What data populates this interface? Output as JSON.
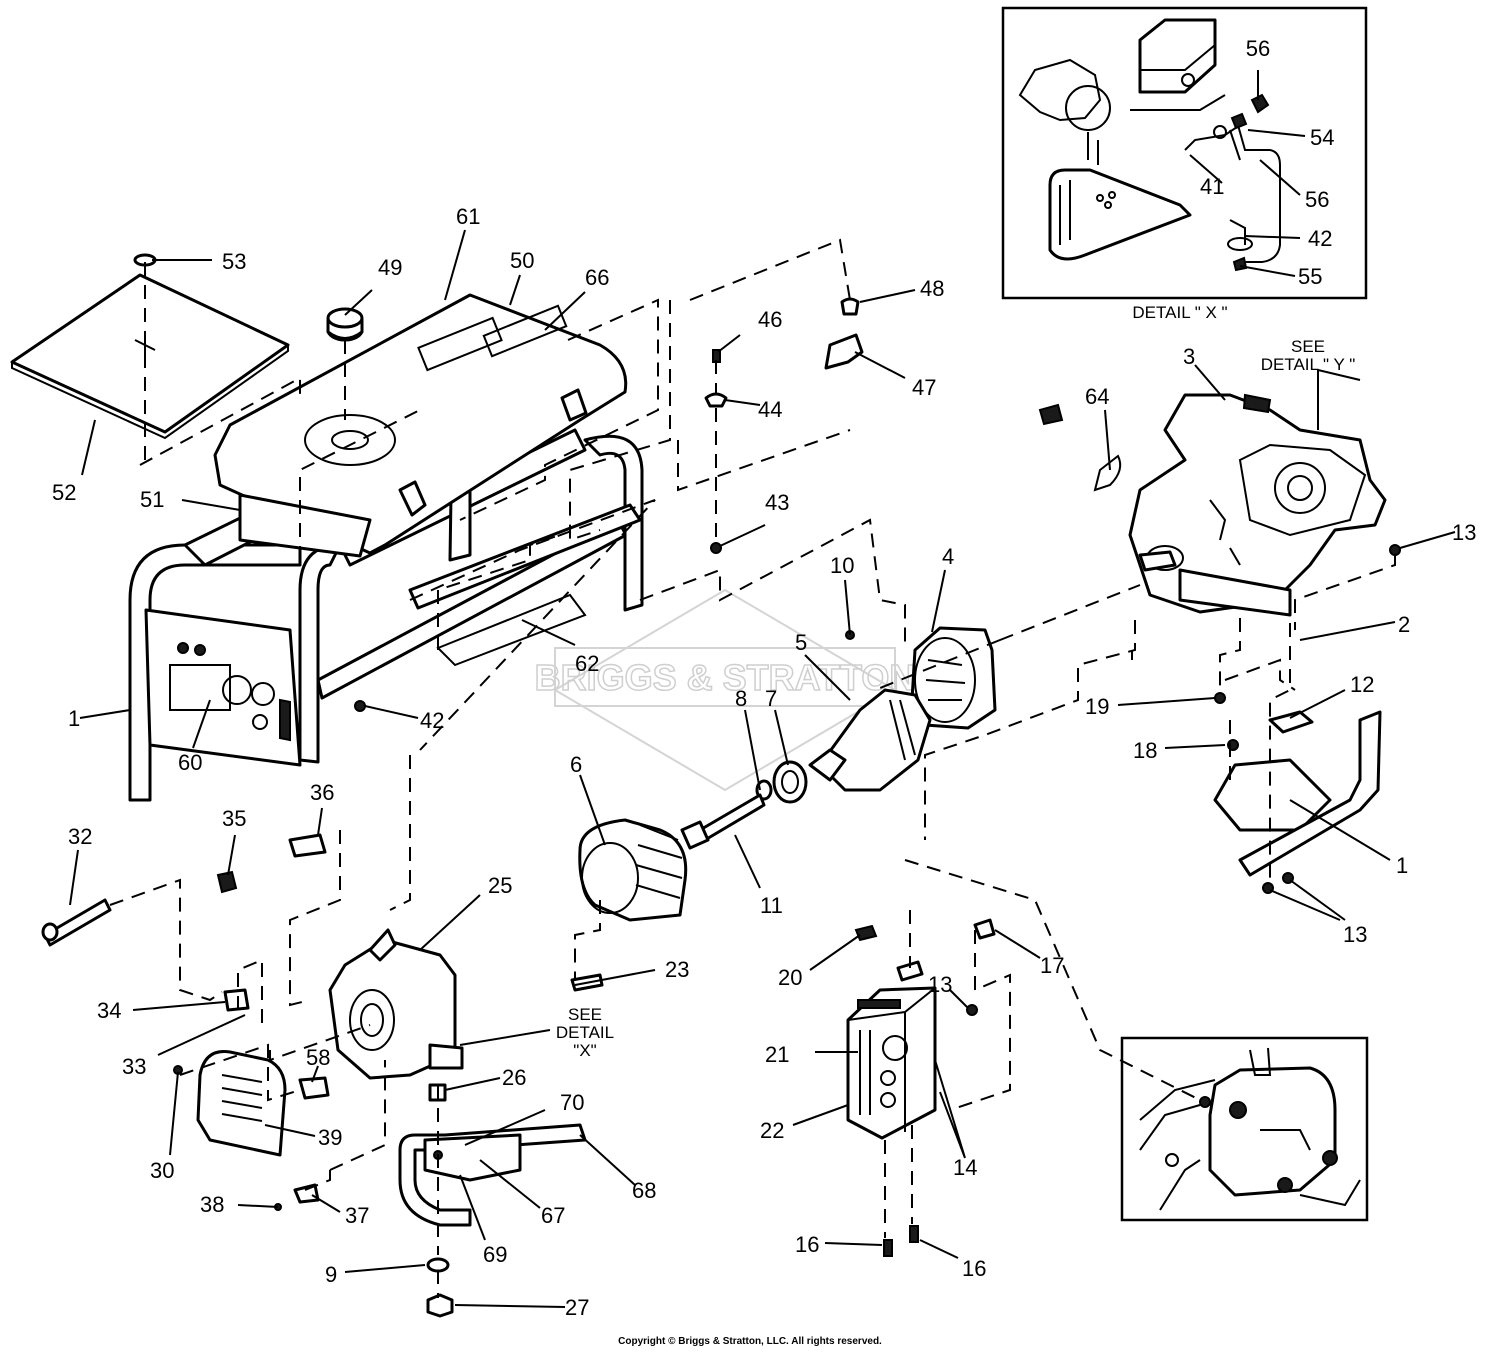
{
  "diagram": {
    "watermark": "BRIGGS & STRATTON",
    "detail_x": {
      "title": "DETAIL \" X \""
    },
    "see_detail_y": {
      "line1": "SEE",
      "line2": "DETAIL \" Y \""
    },
    "see_detail_x": {
      "line1": "SEE",
      "line2": "DETAIL",
      "line3": "\"X\""
    },
    "copyright": "Copyright © Briggs & Stratton, LLC. All rights reserved.",
    "callouts": [
      "53",
      "49",
      "61",
      "50",
      "66",
      "52",
      "51",
      "48",
      "46",
      "44",
      "47",
      "43",
      "10",
      "4",
      "5",
      "7",
      "8",
      "6",
      "11",
      "23",
      "1",
      "42",
      "60",
      "62",
      "32",
      "35",
      "36",
      "25",
      "34",
      "33",
      "30",
      "58",
      "26",
      "39",
      "70",
      "38",
      "37",
      "68",
      "67",
      "69",
      "9",
      "27",
      "3",
      "64",
      "13",
      "2",
      "19",
      "12",
      "18",
      "13",
      "20",
      "17",
      "13",
      "21",
      "22",
      "14",
      "16",
      "16",
      "56",
      "54",
      "41",
      "56",
      "42",
      "55",
      "1"
    ]
  }
}
